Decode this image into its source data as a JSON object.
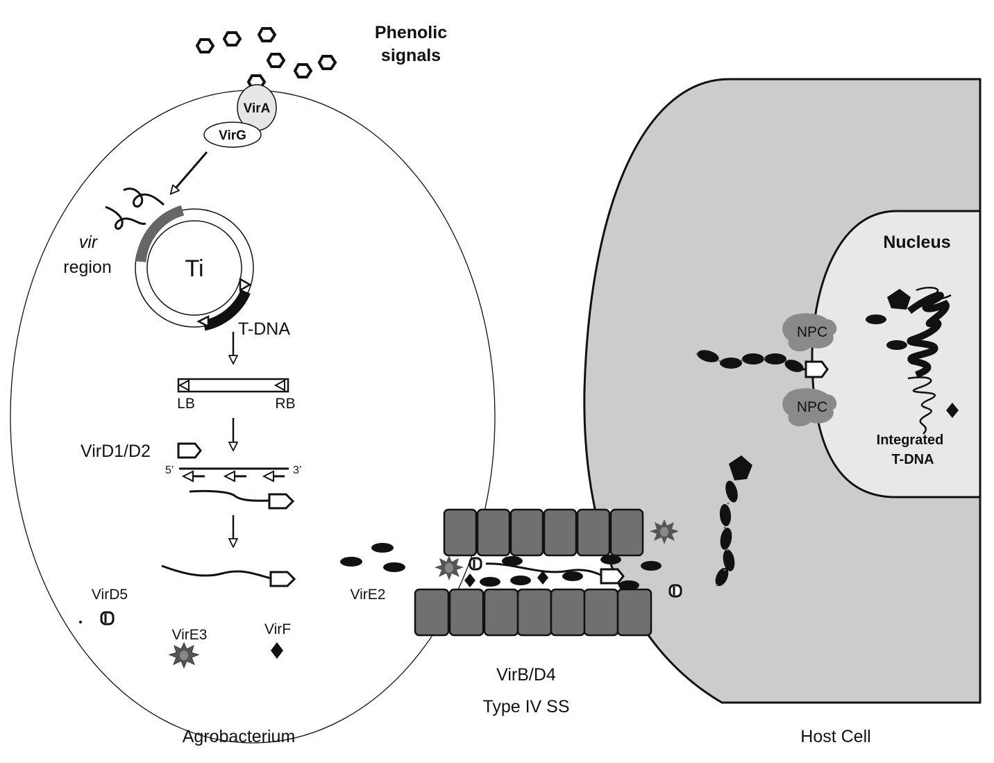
{
  "labels": {
    "phenolic_line1": "Phenolic",
    "phenolic_line2": "signals",
    "vira": "VirA",
    "virg": "VirG",
    "vir_italic": "vir",
    "region": "region",
    "ti": "Ti",
    "tdna": "T-DNA",
    "lb": "LB",
    "rb": "RB",
    "vird1d2": "VirD1/D2",
    "five_prime": "5’",
    "three_prime": "3’",
    "vird5": "VirD5",
    "vire3": "VirE3",
    "virf": "VirF",
    "vire2": "VirE2",
    "virbd4": "VirB/D4",
    "type4ss": "Type IV SS",
    "agrobacterium": "Agrobacterium",
    "host_cell": "Host Cell",
    "nucleus": "Nucleus",
    "npc_top": "NPC",
    "npc_bottom": "NPC",
    "integrated_line1": "Integrated",
    "integrated_line2": "T-DNA"
  },
  "colors": {
    "host_cytoplasm": "#cccccc",
    "nucleus_fill": "#e8e8e8",
    "pore_blocks": "#707070",
    "npc": "#8a8a8a",
    "vira_fill": "#e6e6e6",
    "vir_region_arc": "#666666",
    "tdna_arc": "#111111",
    "link_purple": "#8b4a9c"
  }
}
